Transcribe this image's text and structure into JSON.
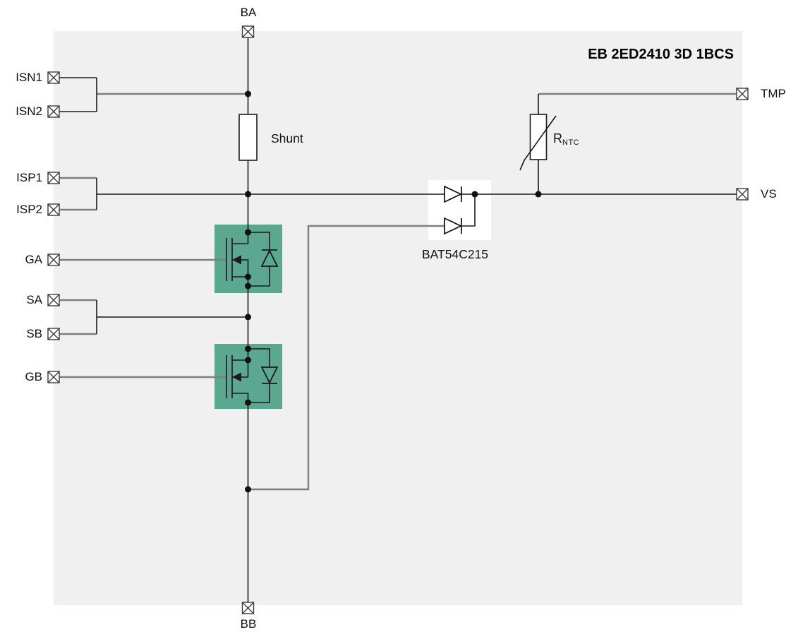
{
  "title": "EB 2ED2410 3D 1BCS",
  "colors": {
    "panel": "#f0f0f0",
    "mosfet_block": "#5ba78f",
    "wire_grey": "#7f7f7f",
    "line_black": "#1a1a1a",
    "component_fill": "#ffffff"
  },
  "terminals": {
    "ba": "BA",
    "bb": "BB",
    "isn1": "ISN1",
    "isn2": "ISN2",
    "isp1": "ISP1",
    "isp2": "ISP2",
    "ga": "GA",
    "sa": "SA",
    "sb": "SB",
    "gb": "GB",
    "tmp": "TMP",
    "vs": "VS"
  },
  "components": {
    "shunt": "Shunt",
    "dual_diode": "BAT54C215",
    "ntc": {
      "base": "R",
      "sub": "NTC"
    }
  }
}
